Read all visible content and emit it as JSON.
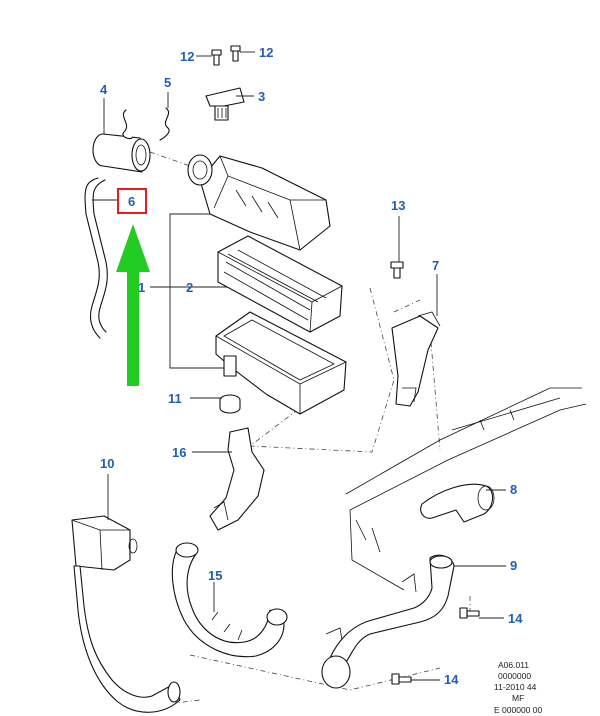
{
  "callouts": {
    "c1": "1",
    "c2": "2",
    "c3": "3",
    "c4": "4",
    "c5": "5",
    "c6": "6",
    "c7": "7",
    "c8": "8",
    "c9": "9",
    "c10": "10",
    "c11": "11",
    "c12a": "12",
    "c12b": "12",
    "c13": "13",
    "c14a": "14",
    "c14b": "14",
    "c15": "15",
    "c16": "16"
  },
  "reference": {
    "line1": "A06.011",
    "line2": "0000000",
    "line3": "11-2010 44",
    "line4": "MF",
    "line5": "E 000000 00"
  },
  "highlight": {
    "part": "6",
    "box_color": "#e02020",
    "arrow_color": "#22cc22"
  },
  "callout_color": "#1f5fb4"
}
